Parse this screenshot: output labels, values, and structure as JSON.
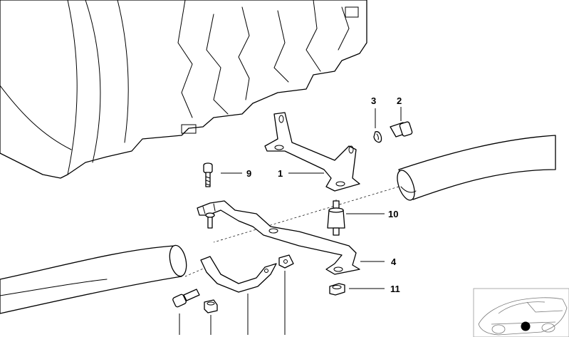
{
  "callouts": {
    "c1": "1",
    "c2": "2",
    "c3": "3",
    "c4": "4",
    "c9": "9",
    "c10": "10",
    "c11": "11"
  },
  "colors": {
    "line": "#000000",
    "background": "#ffffff",
    "inset_marker": "#000000"
  }
}
